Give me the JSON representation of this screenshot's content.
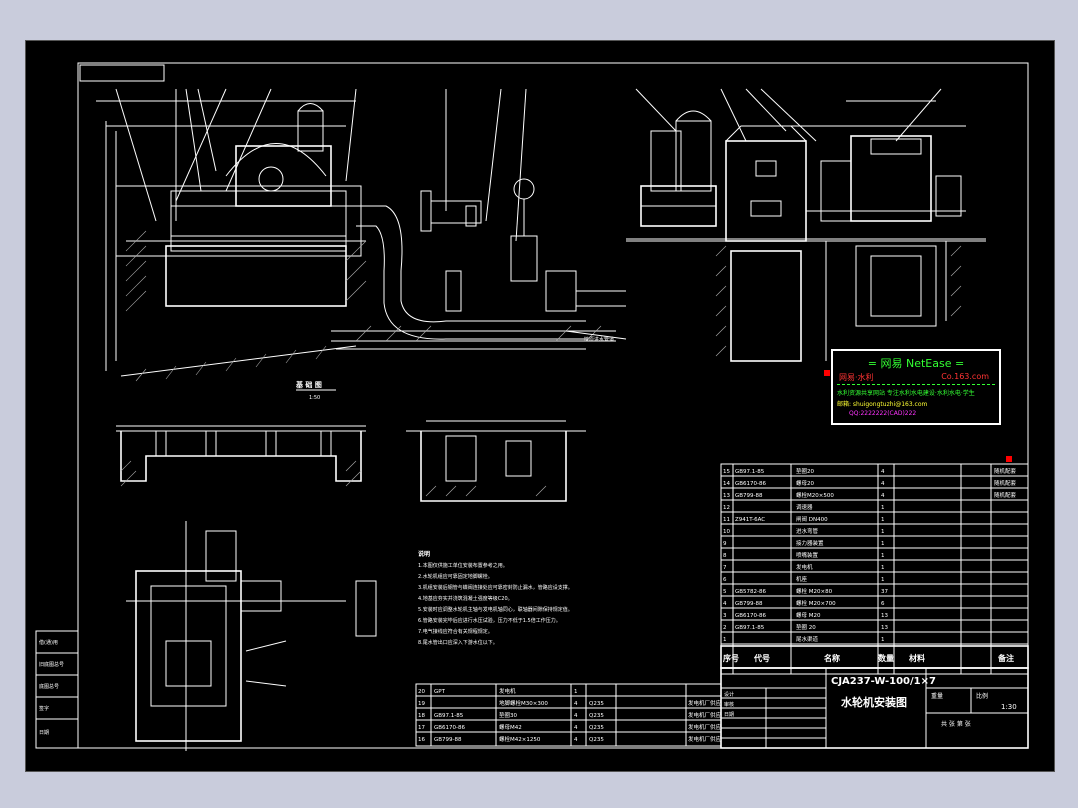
{
  "drawing": {
    "foundation_caption": "基 础 图",
    "foundation_scale": "1:50",
    "notes_title": "说明",
    "notes": [
      "1.本图仅供施工单位安装布置参考之用。",
      "2.水轮机组应可靠固定地脚螺栓。",
      "3.机组安装后钢管与蝶阀连接处应可靠密封防止漏水，管路应设支撑。",
      "4.地基应夯实并浇筑混凝土强度等级C20。",
      "5.安装时应调整水轮机主轴与发电机轴同心，联轴器间隙保持规定值。",
      "6.管路安装完毕后应进行水压试验，压力不低于1.5倍工作压力。",
      "7.电气接线应符合有关规程规定。",
      "8.尾水管出口应深入下游水位以下。"
    ],
    "pipe_label": "接原进水管道",
    "bom_headers": {
      "seq": "序号",
      "code": "代号",
      "name": "名称",
      "qty": "数量",
      "material": "材料",
      "note": "备注"
    },
    "bom_rows": [
      {
        "seq": "15",
        "code": "GB97.1-85",
        "name": "垫圈20",
        "qty": "4",
        "mat": "",
        "note": "随机配套"
      },
      {
        "seq": "14",
        "code": "GB6170-86",
        "name": "螺母20",
        "qty": "4",
        "mat": "",
        "note": "随机配套"
      },
      {
        "seq": "13",
        "code": "GB799-88",
        "name": "螺栓M20×500",
        "qty": "4",
        "mat": "",
        "note": "随机配套"
      },
      {
        "seq": "12",
        "code": "",
        "name": "调速器",
        "qty": "1",
        "mat": "",
        "note": ""
      },
      {
        "seq": "11",
        "code": "Z941T-6AC",
        "name": "闸阀 DN400",
        "qty": "1",
        "mat": "",
        "note": ""
      },
      {
        "seq": "10",
        "code": "",
        "name": "进水弯管",
        "qty": "1",
        "mat": "",
        "note": ""
      },
      {
        "seq": "9",
        "code": "",
        "name": "接力器装置",
        "qty": "1",
        "mat": "",
        "note": ""
      },
      {
        "seq": "8",
        "code": "",
        "name": "喷嘴装置",
        "qty": "1",
        "mat": "",
        "note": ""
      },
      {
        "seq": "7",
        "code": "",
        "name": "发电机",
        "qty": "1",
        "mat": "",
        "note": ""
      },
      {
        "seq": "6",
        "code": "",
        "name": "机座",
        "qty": "1",
        "mat": "",
        "note": ""
      },
      {
        "seq": "5",
        "code": "GB5782-86",
        "name": "螺栓 M20×80",
        "qty": "37",
        "mat": "",
        "note": ""
      },
      {
        "seq": "4",
        "code": "GB799-88",
        "name": "螺栓 M20×700",
        "qty": "6",
        "mat": "",
        "note": ""
      },
      {
        "seq": "3",
        "code": "GB6170-86",
        "name": "螺母 M20",
        "qty": "13",
        "mat": "",
        "note": ""
      },
      {
        "seq": "2",
        "code": "GB97.1-85",
        "name": "垫圈 20",
        "qty": "13",
        "mat": "",
        "note": ""
      },
      {
        "seq": "1",
        "code": "",
        "name": "尾水渠道",
        "qty": "1",
        "mat": "",
        "note": ""
      }
    ],
    "parts2_rows": [
      {
        "seq": "20",
        "code": "GPT",
        "name": "发电机",
        "qty": "1",
        "mat": "",
        "note": ""
      },
      {
        "seq": "19",
        "code": "",
        "name": "地脚螺栓M30×300",
        "qty": "4",
        "mat": "Q235",
        "note": "发电机厂供应"
      },
      {
        "seq": "18",
        "code": "GB97.1-85",
        "name": "垫圈30",
        "qty": "4",
        "mat": "Q235",
        "note": "发电机厂供应"
      },
      {
        "seq": "17",
        "code": "GB6170-86",
        "name": "螺母M42",
        "qty": "4",
        "mat": "Q235",
        "note": "发电机厂供应"
      },
      {
        "seq": "16",
        "code": "GB799-88",
        "name": "螺栓M42×1250",
        "qty": "4",
        "mat": "Q235",
        "note": "发电机厂供应"
      }
    ],
    "title_block": {
      "model": "CJA237-W-100/1×7",
      "drawing_name": "水轮机安装图",
      "scale_label": "比例",
      "scale": "1:30",
      "weight_label": "重量",
      "sheet_label": "共 张 第 张",
      "designer_label": "设计",
      "checker_label": "审核",
      "date_label": "日期"
    },
    "left_stamp": [
      "借(通)用",
      "旧底图总号",
      "底图总号",
      "签字",
      "日期"
    ],
    "netease": {
      "title": "= 网易 NetEase =",
      "left": "网易·水利",
      "right": "Co.163.com",
      "slogan": "水利资源共享网站 专注水利水电建设·水利水电·学生",
      "mail": "邮箱: shuigongtuzhi@163.com",
      "qq": "QQ:2222222(CAD)222"
    }
  }
}
